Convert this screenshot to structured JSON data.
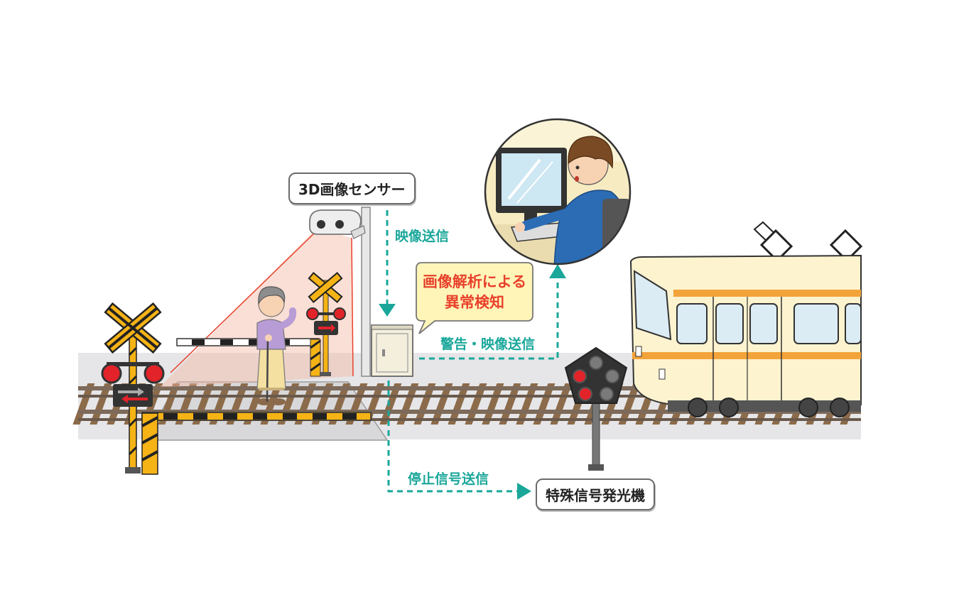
{
  "labels": {
    "sensor": "3D画像センサー",
    "video_send": "映像送信",
    "analysis_line1": "画像解析による",
    "analysis_line2": "異常検知",
    "warning_send": "警告・映像送信",
    "stop_signal_send": "停止信号送信",
    "special_signal": "特殊信号発光機"
  },
  "colors": {
    "arrow": "#1aa79a",
    "alert_text": "#e8412c",
    "bubble": "#fff5b8",
    "train_body": "#fdf3cf",
    "train_stripe": "#f2a33a",
    "crossing_yellow": "#f5b316",
    "crossing_black": "#222222",
    "signal_red": "#e2232a",
    "rail_brown": "#8c6b4a"
  }
}
